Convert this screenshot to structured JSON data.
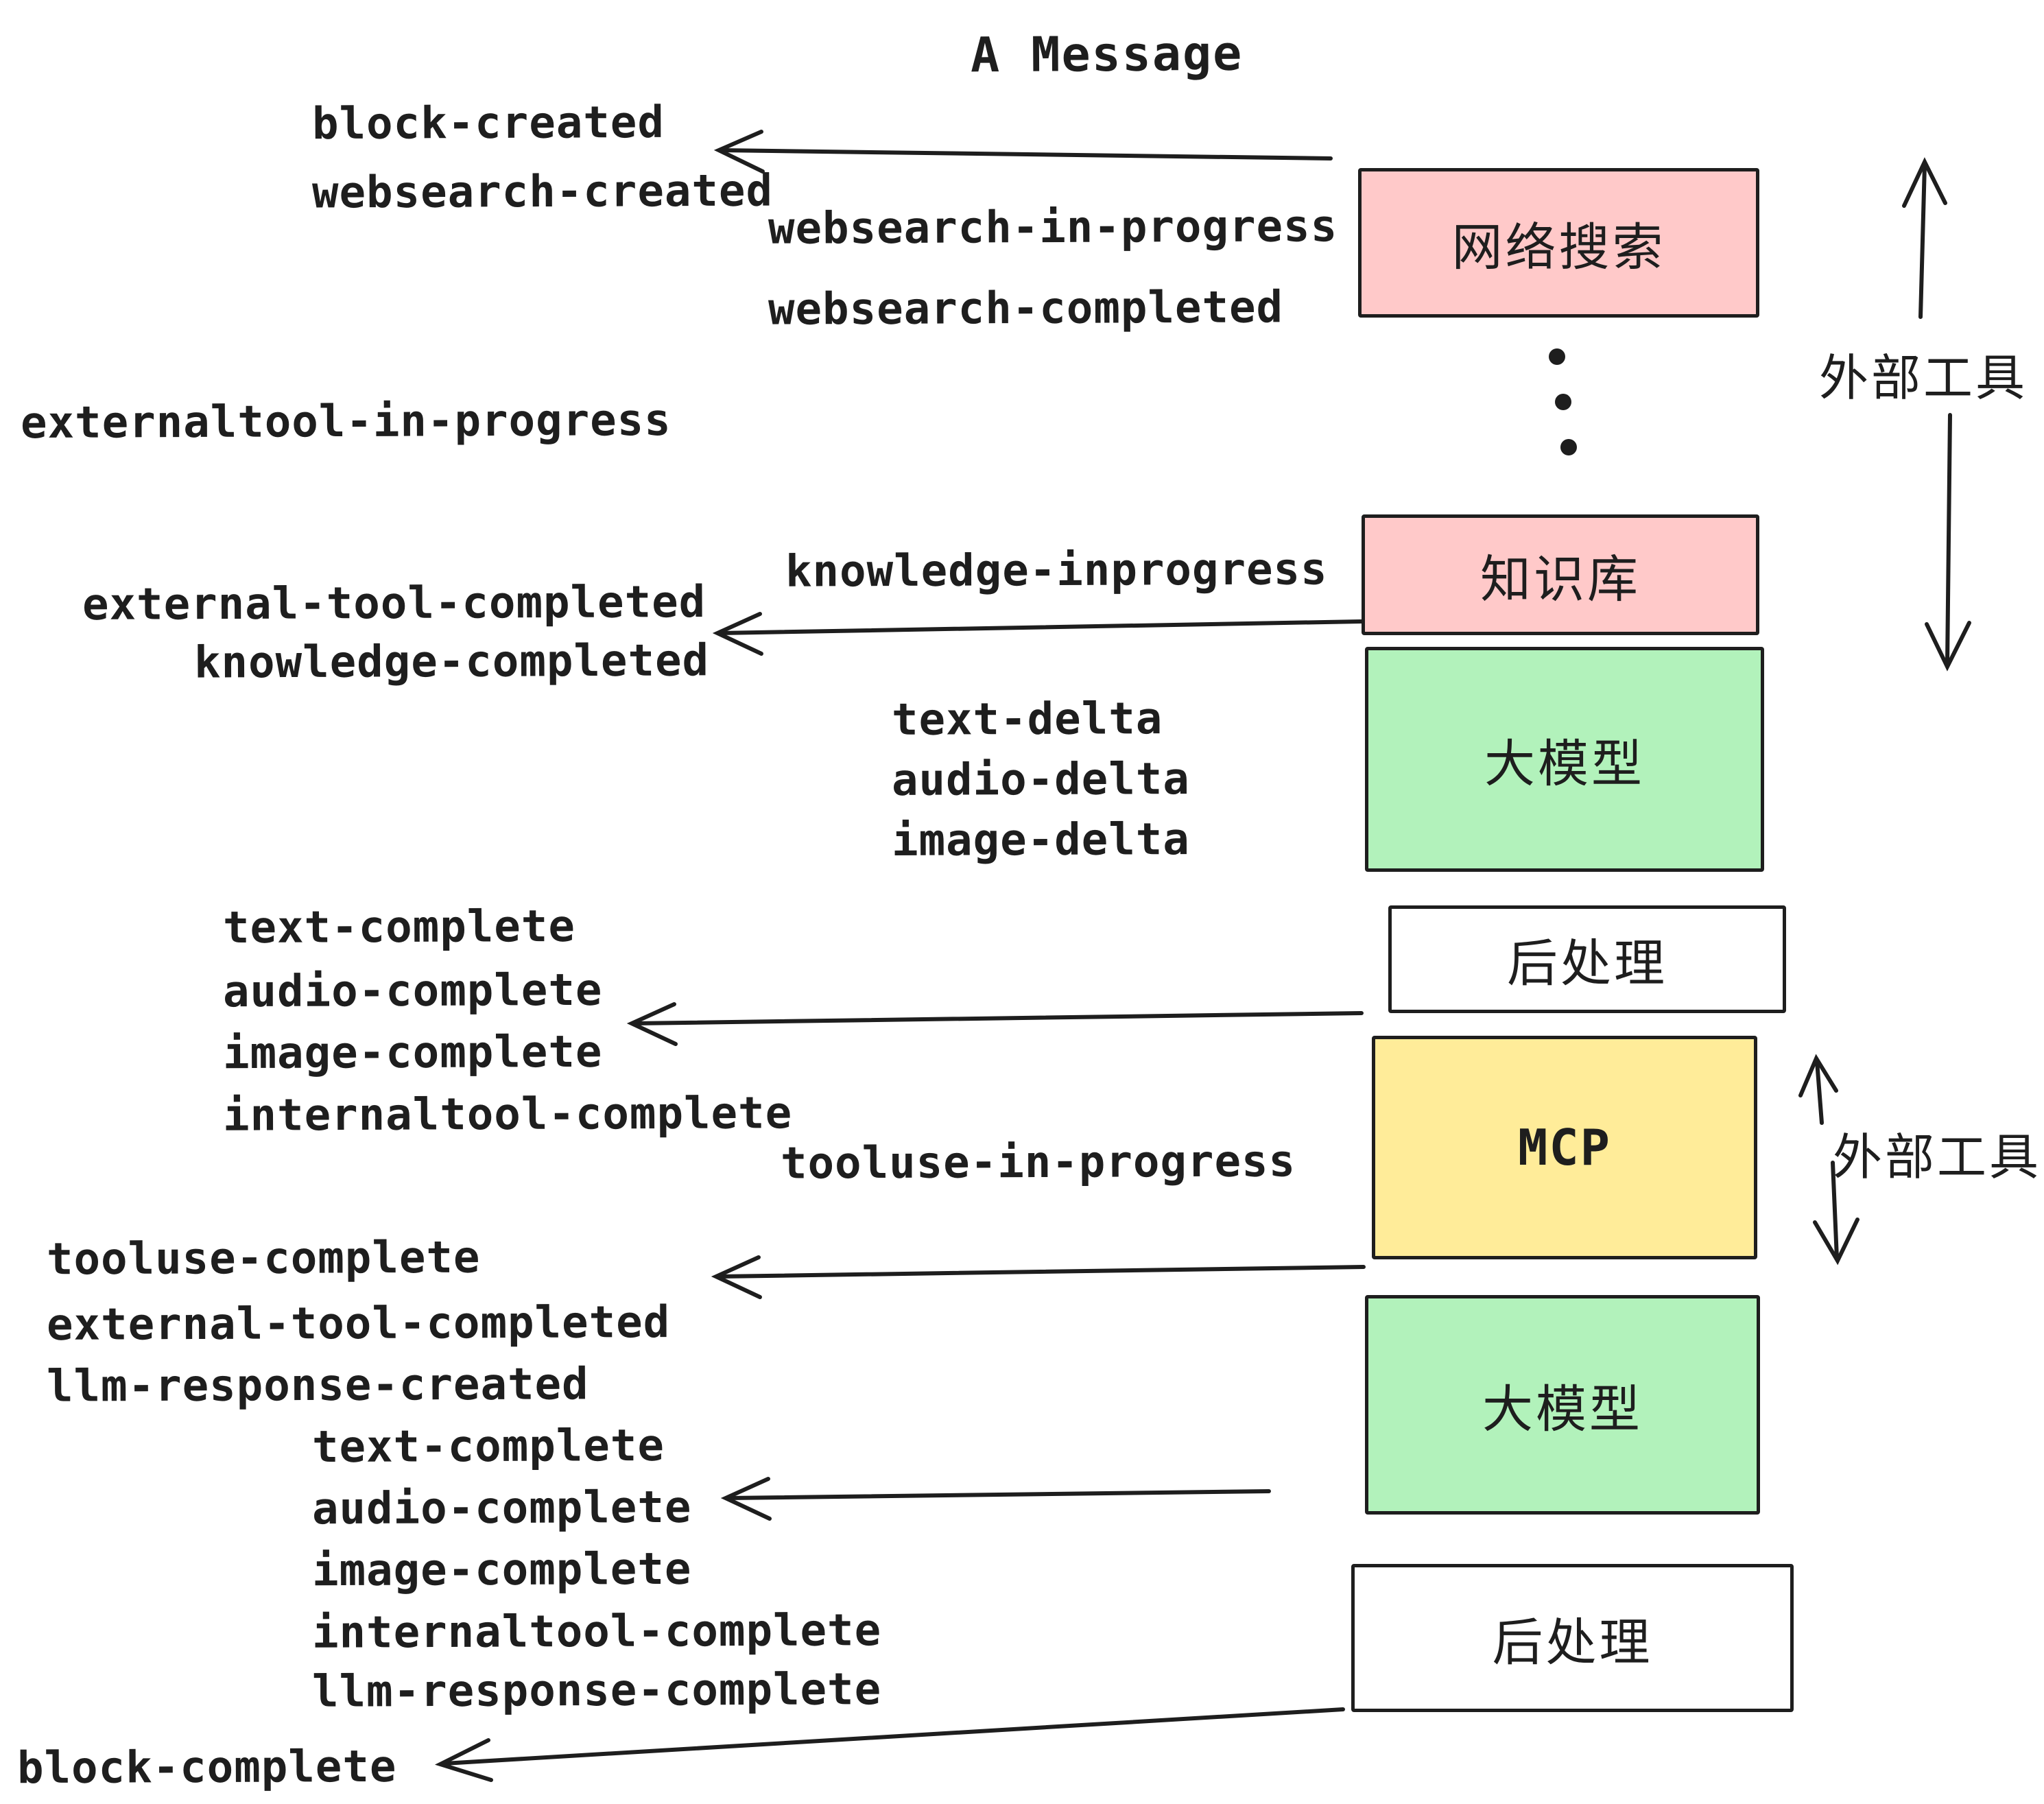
{
  "title": "A Message",
  "colors": {
    "pink": "#ffc9c9",
    "green": "#b2f2bb",
    "yellow": "#ffec99",
    "white": "#ffffff",
    "stroke": "#1e1e1e"
  },
  "boxes": [
    {
      "id": "websearch",
      "label": "网络搜索",
      "color": "#ffc9c9"
    },
    {
      "id": "knowledge",
      "label": "知识库",
      "color": "#ffc9c9"
    },
    {
      "id": "llm-1",
      "label": "大模型",
      "color": "#b2f2bb"
    },
    {
      "id": "post-1",
      "label": "后处理",
      "color": "#ffffff"
    },
    {
      "id": "mcp",
      "label": "MCP",
      "color": "#ffec99"
    },
    {
      "id": "llm-2",
      "label": "大模型",
      "color": "#b2f2bb"
    },
    {
      "id": "post-2",
      "label": "后处理",
      "color": "#ffffff"
    }
  ],
  "side_labels": [
    {
      "text": "外部工具"
    },
    {
      "text": "外部工具"
    }
  ],
  "events": [
    {
      "text": "block-created"
    },
    {
      "text": "websearch-created"
    },
    {
      "text": "websearch-in-progress"
    },
    {
      "text": "websearch-completed"
    },
    {
      "text": "externaltool-in-progress"
    },
    {
      "text": "knowledge-inprogress"
    },
    {
      "text": "external-tool-completed"
    },
    {
      "text": "knowledge-completed"
    },
    {
      "text": "text-delta"
    },
    {
      "text": "audio-delta"
    },
    {
      "text": "image-delta"
    },
    {
      "text": "text-complete"
    },
    {
      "text": "audio-complete"
    },
    {
      "text": "image-complete"
    },
    {
      "text": "internaltool-complete"
    },
    {
      "text": "tooluse-in-progress"
    },
    {
      "text": "tooluse-complete"
    },
    {
      "text": "external-tool-completed"
    },
    {
      "text": "llm-response-created"
    },
    {
      "text": "text-complete"
    },
    {
      "text": "audio-complete"
    },
    {
      "text": "image-complete"
    },
    {
      "text": "internaltool-complete"
    },
    {
      "text": "llm-response-complete"
    },
    {
      "text": "block-complete"
    }
  ]
}
